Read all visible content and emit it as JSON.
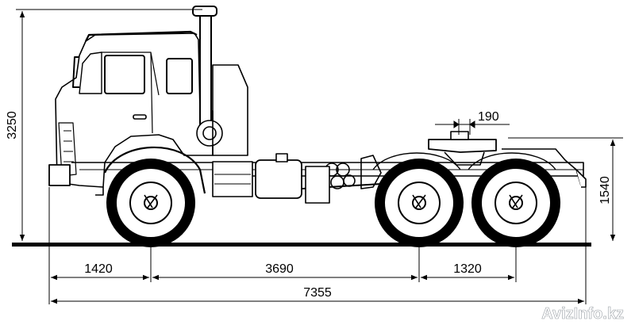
{
  "dimensions": {
    "height_total": "3250",
    "height_fifth_wheel": "1540",
    "fifth_wheel_offset": "190",
    "front_overhang": "1420",
    "wheelbase_front_to_rear": "3690",
    "rear_axle_spacing": "1320",
    "overall_length": "7355"
  },
  "watermark": "AvizInfo.kz",
  "colors": {
    "line": "#000000",
    "background": "#ffffff"
  }
}
